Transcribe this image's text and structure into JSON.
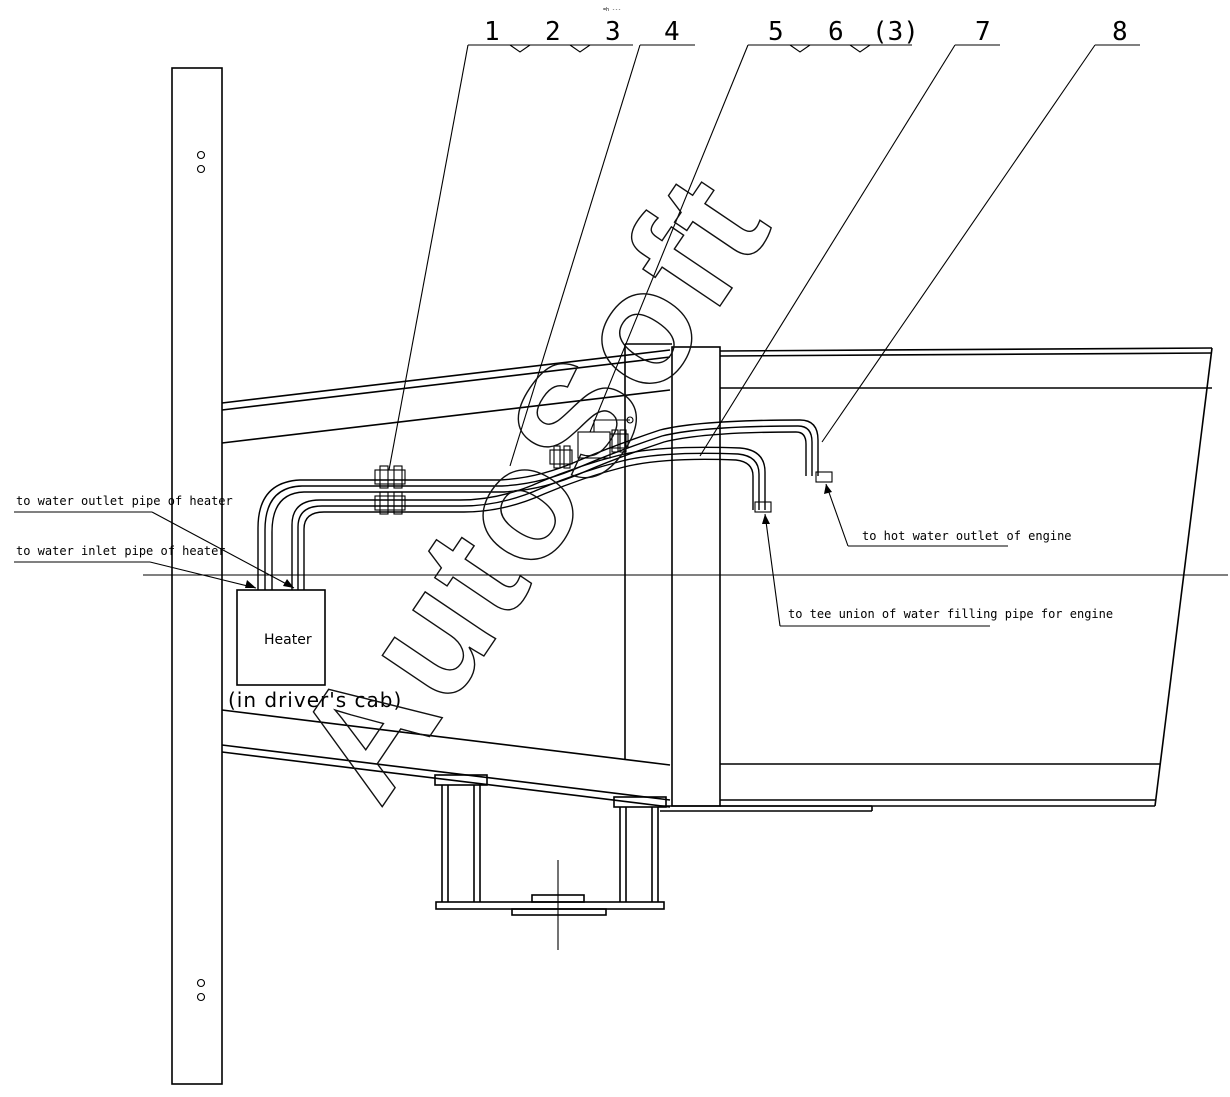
{
  "callouts": [
    "1",
    "2",
    "3",
    "4",
    "5",
    "6",
    "(3)",
    "7",
    "8"
  ],
  "labels": {
    "outlet_pipe": "to water outlet pipe of heater",
    "inlet_pipe": "to water inlet pipe of heater",
    "hot_water": "to hot water outlet of engine",
    "tee_union": "to tee union of water filling pipe for engine",
    "heater": "Heater",
    "cab": "(in driver's cab)"
  },
  "watermark": "AutoSoft",
  "tiny_note": "=h ---"
}
